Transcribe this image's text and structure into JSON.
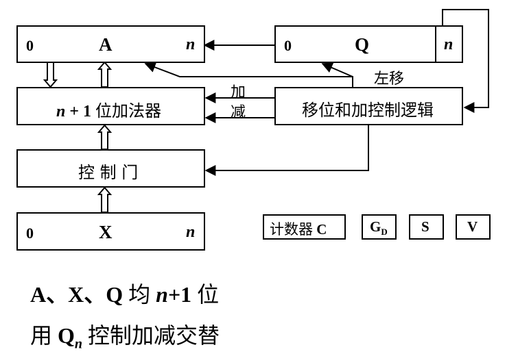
{
  "registers": {
    "a": {
      "left_label": "0",
      "name": "A",
      "right_label": "n"
    },
    "q": {
      "left_label": "0",
      "name": "Q",
      "right_label": "n"
    },
    "x": {
      "left_label": "0",
      "name": "X",
      "right_label": "n"
    }
  },
  "adder": {
    "n": "n",
    "plus_one": "+ 1",
    "text": "位加法器"
  },
  "control_gate": {
    "text": "控 制 门"
  },
  "shift_logic": {
    "text": "移位和加控制逻辑"
  },
  "signals": {
    "add": "加",
    "subtract": "减",
    "shift_left": "左移"
  },
  "status": {
    "counter": {
      "text": "计数器",
      "letter": "C"
    },
    "gd": {
      "main": "G",
      "sub": "D"
    },
    "s": "S",
    "v": "V"
  },
  "notes": {
    "line1": {
      "regs": "A、X、Q",
      "verb": "均",
      "n": "n",
      "plus": "+1",
      "unit": "位"
    },
    "line2": {
      "pre": "用",
      "q": "Q",
      "sub": "n",
      "post": "控制加减交替"
    }
  }
}
